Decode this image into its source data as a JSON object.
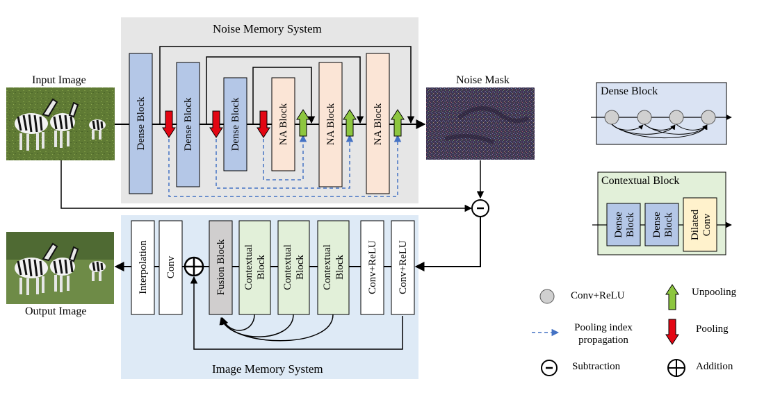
{
  "noise_system": {
    "title": "Noise Memory System",
    "blocks": [
      "Dense Block",
      "Dense Block",
      "Dense Block",
      "NA Block",
      "NA Block",
      "NA Block"
    ]
  },
  "image_system": {
    "title": "Image Memory System",
    "blocks": [
      "Interpolation",
      "Conv",
      "Fusion Block",
      "Contextual Block",
      "Contextual Block",
      "Contextual Block",
      "Conv+ReLU",
      "Conv+ReLU"
    ]
  },
  "labels": {
    "input_image": "Input Image",
    "noise_mask": "Noise Mask",
    "output_image": "Output Image"
  },
  "dense_block_detail": {
    "title": "Dense Block"
  },
  "contextual_block_detail": {
    "title": "Contextual Block",
    "blocks": [
      "Dense Block",
      "Dense Block",
      "Dilated Conv"
    ]
  },
  "legend": {
    "conv_relu": "Conv+ReLU",
    "unpooling": "Unpooling",
    "pooling_index": "Pooling index propagation",
    "pooling": "Pooling",
    "subtraction": "Subtraction",
    "addition": "Addition"
  },
  "colors": {
    "noise_bg": "#e6e6e6",
    "image_bg": "#deeaf6",
    "dense_fill": "#b4c7e7",
    "na_fill": "#fbe5d6",
    "contextual_fill": "#e2f0d9",
    "fusion_fill": "#d0cece",
    "dilated_fill": "#fff2cc",
    "pooling_red": "#e30613",
    "unpooling_green": "#8dc63f",
    "dashed_blue": "#4472c4"
  }
}
